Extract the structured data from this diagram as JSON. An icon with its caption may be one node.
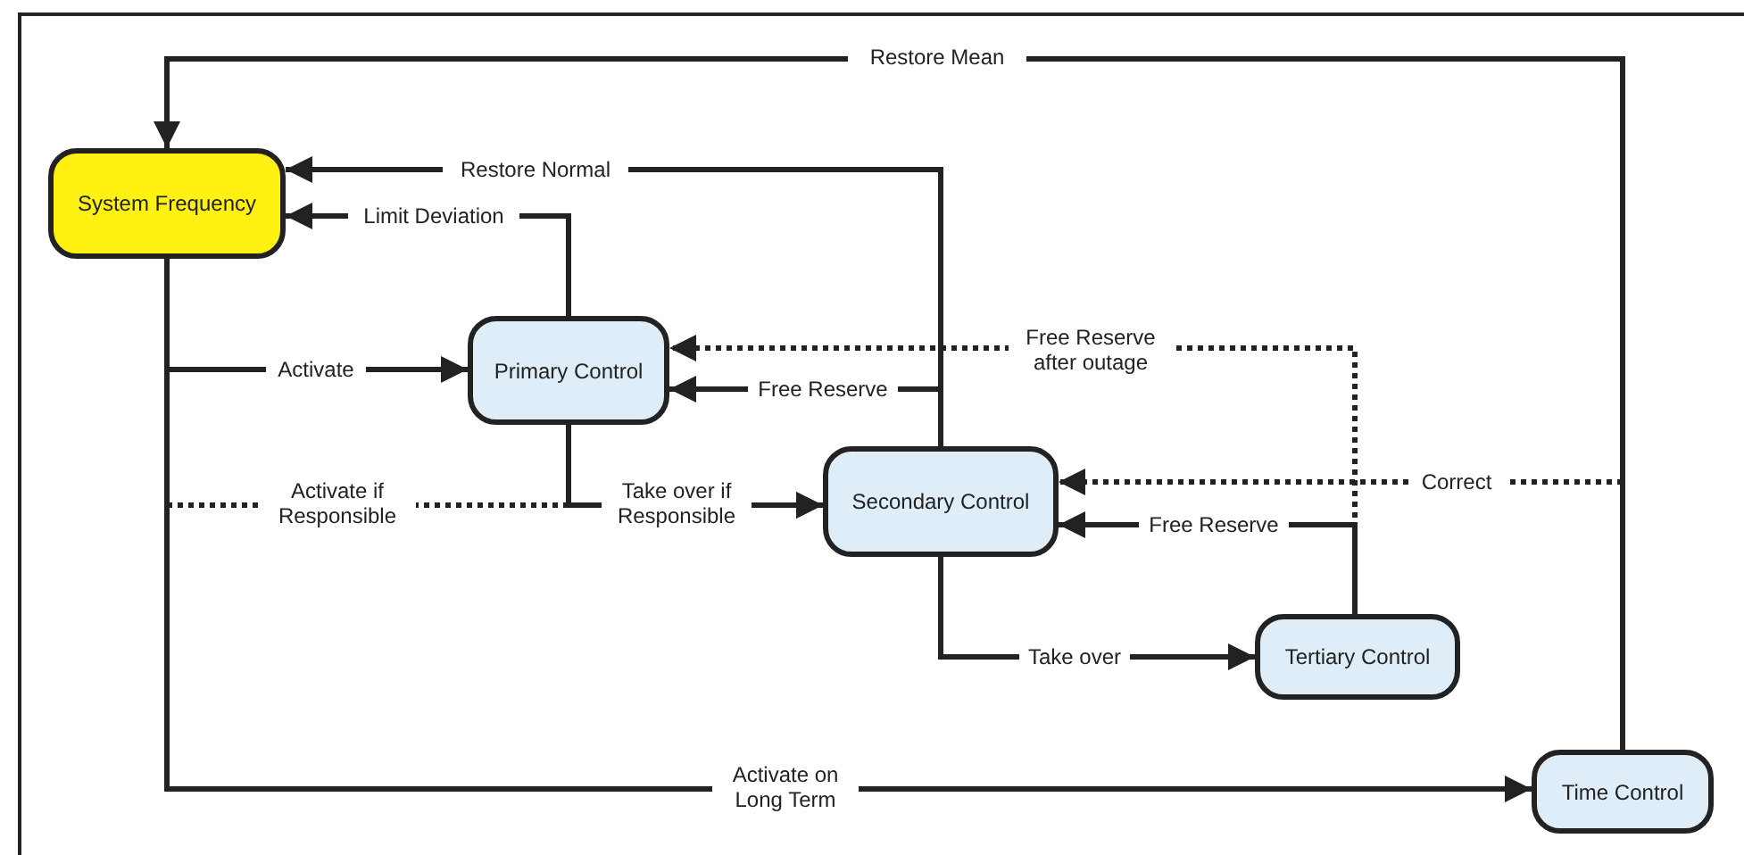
{
  "diagram": {
    "nodes": [
      {
        "text": [
          "System Frequency"
        ]
      },
      {
        "text": [
          "Primary Control"
        ]
      },
      {
        "text": [
          "Secondary Control"
        ]
      },
      {
        "text": [
          "Tertiary Control"
        ]
      },
      {
        "text": [
          "Time Control"
        ]
      }
    ],
    "edges": [
      {
        "from": 4,
        "to": 0,
        "arrow": "to",
        "label": "Restore Mean"
      },
      {
        "from": 2,
        "to": 0,
        "arrow": "to",
        "label": "Restore Normal"
      },
      {
        "from": 1,
        "to": 0,
        "arrow": "to",
        "label": "Limit Deviation"
      },
      {
        "from": 0,
        "to": 1,
        "arrow": "to",
        "label": "Activate"
      },
      {
        "from": 0,
        "to": 2,
        "arrow": "to",
        "label": "Activate if Responsible",
        "style": "dashed"
      },
      {
        "from": 1,
        "to": 2,
        "arrow": "to",
        "label": "Take over if Responsible"
      },
      {
        "from": 0,
        "to": 4,
        "arrow": "to",
        "label": "Activate on Long Term"
      },
      {
        "from": 2,
        "to": 1,
        "arrow": "to",
        "label": "Free Reserve"
      },
      {
        "from": 3,
        "to": 1,
        "arrow": "to",
        "label": "Free Reserve after outage",
        "style": "dashed"
      },
      {
        "from": 4,
        "to": 2,
        "arrow": "to",
        "label": "Correct",
        "style": "dashed"
      },
      {
        "from": 3,
        "to": 2,
        "arrow": "to",
        "label": "Free Reserve"
      },
      {
        "from": 2,
        "to": 3,
        "arrow": "to",
        "label": "Take over"
      }
    ]
  }
}
